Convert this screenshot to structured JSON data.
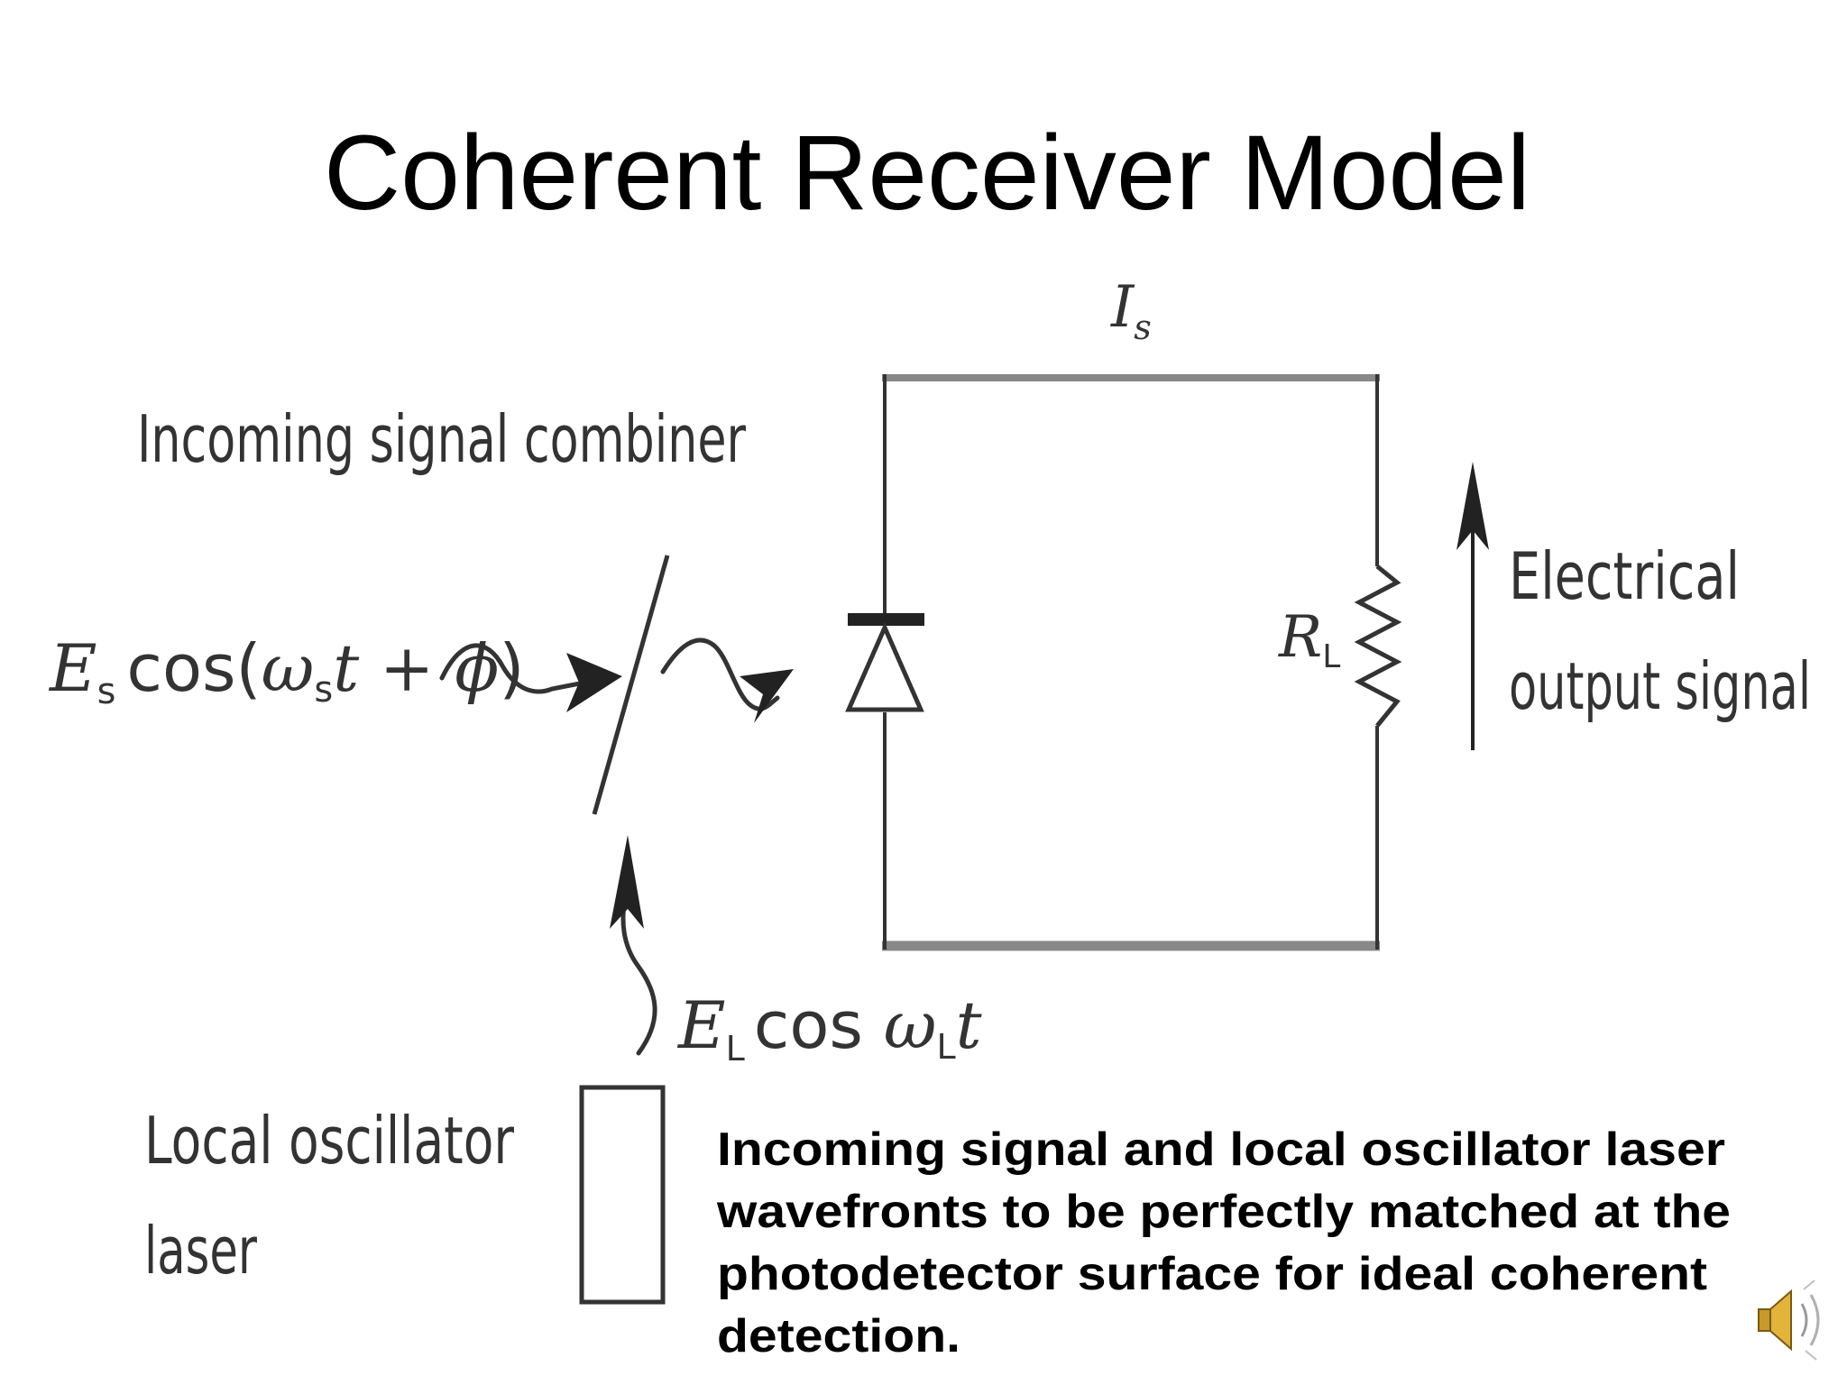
{
  "slide": {
    "title": "Coherent Receiver Model"
  },
  "diagram": {
    "current_symbol": "I",
    "current_subscript": "s",
    "combiner_label": "Incoming signal combiner",
    "signal_field": "E",
    "signal_field_sub": "s",
    "signal_expr_1": "cos(",
    "signal_omega": "ω",
    "signal_omega_sub": "s",
    "signal_expr_2": "t + ",
    "signal_phi": "ϕ",
    "signal_expr_3": ")",
    "lo_field": "E",
    "lo_field_sub": "L",
    "lo_expr_1": "cos ",
    "lo_omega": "ω",
    "lo_omega_sub": "L",
    "lo_t": "t",
    "resistor_symbol": "R",
    "resistor_subscript": "L",
    "output_label_line1": "Electrical",
    "output_label_line2": "output signal",
    "lo_label_line1": "Local oscillator",
    "lo_label_line2": "laser"
  },
  "caption": {
    "line1": "Incoming signal and local oscillator laser",
    "line2": "wavefronts to be perfectly matched at the",
    "line3": "photodetector surface for ideal coherent",
    "line4": "detection."
  },
  "icons": {
    "speaker": "speaker-icon"
  },
  "colors": {
    "wire_dark": "#333333",
    "wire_gray": "#888888",
    "text": "#000000"
  }
}
